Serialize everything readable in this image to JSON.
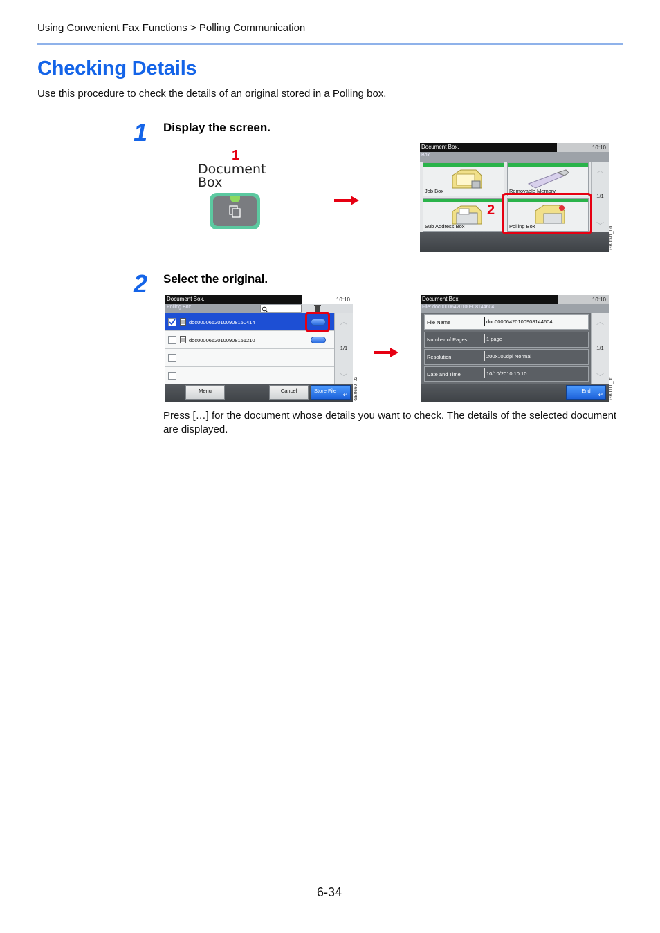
{
  "header": {
    "breadcrumb": "Using Convenient Fax Functions > Polling Communication"
  },
  "title": "Checking Details",
  "intro": "Use this procedure to check the details of an original stored in a Polling box.",
  "steps": [
    {
      "number": "1",
      "title": "Display the screen."
    },
    {
      "number": "2",
      "title": "Select the original."
    }
  ],
  "step1": {
    "callout1": "1",
    "callout2": "2",
    "key_label": "Document Box",
    "screen": {
      "title": "Document Box.",
      "time": "10:10",
      "subtitle": "Box",
      "tiles": [
        "Job Box",
        "Removable Memory",
        "Sub Address Box",
        "Polling Box"
      ],
      "page": "1/1",
      "code": "GB0091_00"
    }
  },
  "step2": {
    "list_screen": {
      "title": "Document Box.",
      "time": "10:10",
      "subtitle": "Polling Box",
      "rows": [
        {
          "name": "doc00006520100908150414",
          "checked": true
        },
        {
          "name": "doc00006620100908151210",
          "checked": false
        },
        {
          "name": "",
          "checked": false
        },
        {
          "name": "",
          "checked": false
        }
      ],
      "page": "1/1",
      "buttons": {
        "menu": "Menu",
        "cancel": "Cancel",
        "store": "Store File"
      },
      "code": "GB0660_02"
    },
    "detail_screen": {
      "title": "Document Box.",
      "time": "10:10",
      "subtitle": "File: doc00006420100908144604",
      "fields": [
        {
          "label": "File Name",
          "value": "doc00006420100908144604"
        },
        {
          "label": "Number of Pages",
          "value": "1 page"
        },
        {
          "label": "Resolution",
          "value": "200x100dpi Normal"
        },
        {
          "label": "Date and Time",
          "value": "10/10/2010 10:10"
        }
      ],
      "page": "1/1",
      "end_button": "End",
      "code": "GB0111_00"
    }
  },
  "description": "Press […] for the document whose details you want to check. The details of the selected document are displayed.",
  "page_number": "6-34",
  "colors": {
    "accent": "#1464e8",
    "callout": "#e60012",
    "key_ring": "#5cc9a0"
  },
  "icons": [
    "key-icon",
    "arrow-right-icon",
    "folder-icon",
    "usb-icon",
    "fax-icon",
    "polling-icon",
    "document-icon",
    "search-icon",
    "trash-icon",
    "checkbox-icon",
    "enter-icon"
  ]
}
